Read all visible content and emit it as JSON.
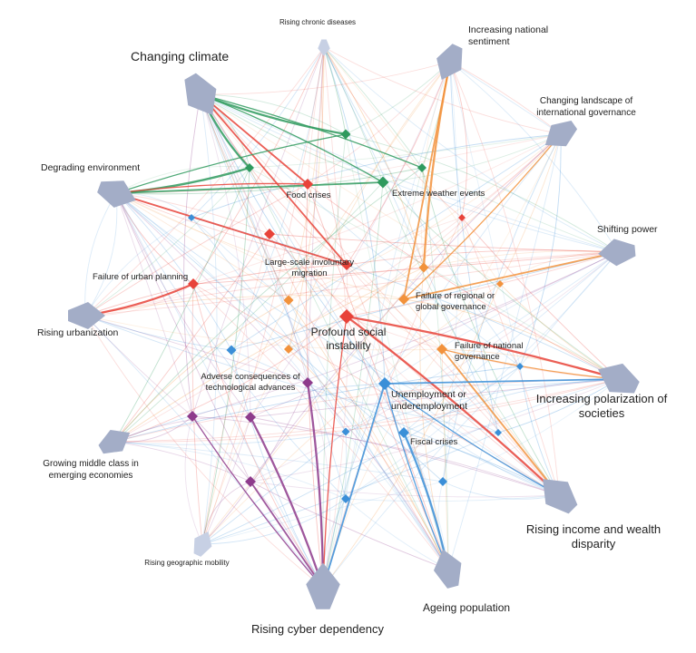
{
  "trends": [
    {
      "id": "chronic",
      "label": "Rising chronic diseases"
    },
    {
      "id": "national",
      "label": "Increasing national sentiment"
    },
    {
      "id": "landscape",
      "label": "Changing landscape of international governance"
    },
    {
      "id": "power",
      "label": "Shifting power"
    },
    {
      "id": "polarization",
      "label": "Increasing polarization of societies"
    },
    {
      "id": "income",
      "label": "Rising income and wealth disparity"
    },
    {
      "id": "ageing",
      "label": "Ageing population"
    },
    {
      "id": "cyber",
      "label": "Rising cyber dependency"
    },
    {
      "id": "mobility",
      "label": "Rising geographic mobility"
    },
    {
      "id": "middle",
      "label": "Growing middle class in emerging economies"
    },
    {
      "id": "urbanization",
      "label": "Rising urbanization"
    },
    {
      "id": "environment",
      "label": "Degrading environment"
    },
    {
      "id": "climate",
      "label": "Changing climate"
    }
  ],
  "risks": [
    {
      "id": "food",
      "label": "Food crises",
      "category": "societal"
    },
    {
      "id": "weather",
      "label": "Extreme weather events",
      "category": "environmental"
    },
    {
      "id": "migration",
      "label": "Large-scale involuntary migration",
      "category": "societal"
    },
    {
      "id": "urban",
      "label": "Failure of urban planning",
      "category": "societal"
    },
    {
      "id": "regional",
      "label": "Failure of regional or global governance",
      "category": "geopolitical"
    },
    {
      "id": "instability",
      "label": "Profound social instability",
      "category": "societal"
    },
    {
      "id": "national_gov",
      "label": "Failure of national governance",
      "category": "geopolitical"
    },
    {
      "id": "tech",
      "label": "Adverse consequences of technological advances",
      "category": "technological"
    },
    {
      "id": "unemployment",
      "label": "Unemployment or underemployment",
      "category": "economic"
    },
    {
      "id": "fiscal",
      "label": "Fiscal crises",
      "category": "economic"
    },
    {
      "id": "env1",
      "label": "",
      "category": "environmental"
    },
    {
      "id": "env2",
      "label": "",
      "category": "environmental"
    },
    {
      "id": "env3",
      "label": "",
      "category": "environmental"
    },
    {
      "id": "geo1",
      "label": "",
      "category": "geopolitical"
    },
    {
      "id": "geo2",
      "label": "",
      "category": "geopolitical"
    },
    {
      "id": "geo3",
      "label": "",
      "category": "geopolitical"
    },
    {
      "id": "geo4",
      "label": "",
      "category": "geopolitical"
    },
    {
      "id": "soc1",
      "label": "",
      "category": "societal"
    },
    {
      "id": "soc2",
      "label": "",
      "category": "societal"
    },
    {
      "id": "tec1",
      "label": "",
      "category": "technological"
    },
    {
      "id": "tec2",
      "label": "",
      "category": "technological"
    },
    {
      "id": "tec3",
      "label": "",
      "category": "technological"
    },
    {
      "id": "eco1",
      "label": "",
      "category": "economic"
    },
    {
      "id": "eco2",
      "label": "",
      "category": "economic"
    },
    {
      "id": "eco3",
      "label": "",
      "category": "economic"
    },
    {
      "id": "eco4",
      "label": "",
      "category": "economic"
    },
    {
      "id": "eco5",
      "label": "",
      "category": "economic"
    },
    {
      "id": "eco6",
      "label": "",
      "category": "economic"
    },
    {
      "id": "eco7",
      "label": "",
      "category": "economic"
    }
  ],
  "colors": {
    "trend": "#a3adc7",
    "trend_light": "#c7d0e4",
    "economic": "#3b8fd8",
    "environmental": "#2f9a5e",
    "geopolitical": "#f2923c",
    "societal": "#e8433a",
    "technological": "#8e3b8c"
  },
  "strong_links": [
    [
      "climate",
      "weather"
    ],
    [
      "climate",
      "food"
    ],
    [
      "climate",
      "env1"
    ],
    [
      "climate",
      "env2"
    ],
    [
      "climate",
      "migration"
    ],
    [
      "climate",
      "env3"
    ],
    [
      "environment",
      "env1"
    ],
    [
      "environment",
      "weather"
    ],
    [
      "environment",
      "env3"
    ],
    [
      "environment",
      "food"
    ],
    [
      "environment",
      "migration"
    ],
    [
      "cyber",
      "tec2"
    ],
    [
      "cyber",
      "tec1"
    ],
    [
      "cyber",
      "tec3"
    ],
    [
      "cyber",
      "tech"
    ],
    [
      "cyber",
      "instability"
    ],
    [
      "cyber",
      "unemployment"
    ],
    [
      "income",
      "instability"
    ],
    [
      "income",
      "unemployment"
    ],
    [
      "income",
      "national_gov"
    ],
    [
      "polarization",
      "instability"
    ],
    [
      "polarization",
      "national_gov"
    ],
    [
      "polarization",
      "unemployment"
    ],
    [
      "ageing",
      "fiscal"
    ],
    [
      "ageing",
      "unemployment"
    ],
    [
      "national",
      "regional"
    ],
    [
      "national",
      "geo1"
    ],
    [
      "landscape",
      "regional"
    ],
    [
      "power",
      "regional"
    ],
    [
      "urbanization",
      "urban"
    ]
  ]
}
